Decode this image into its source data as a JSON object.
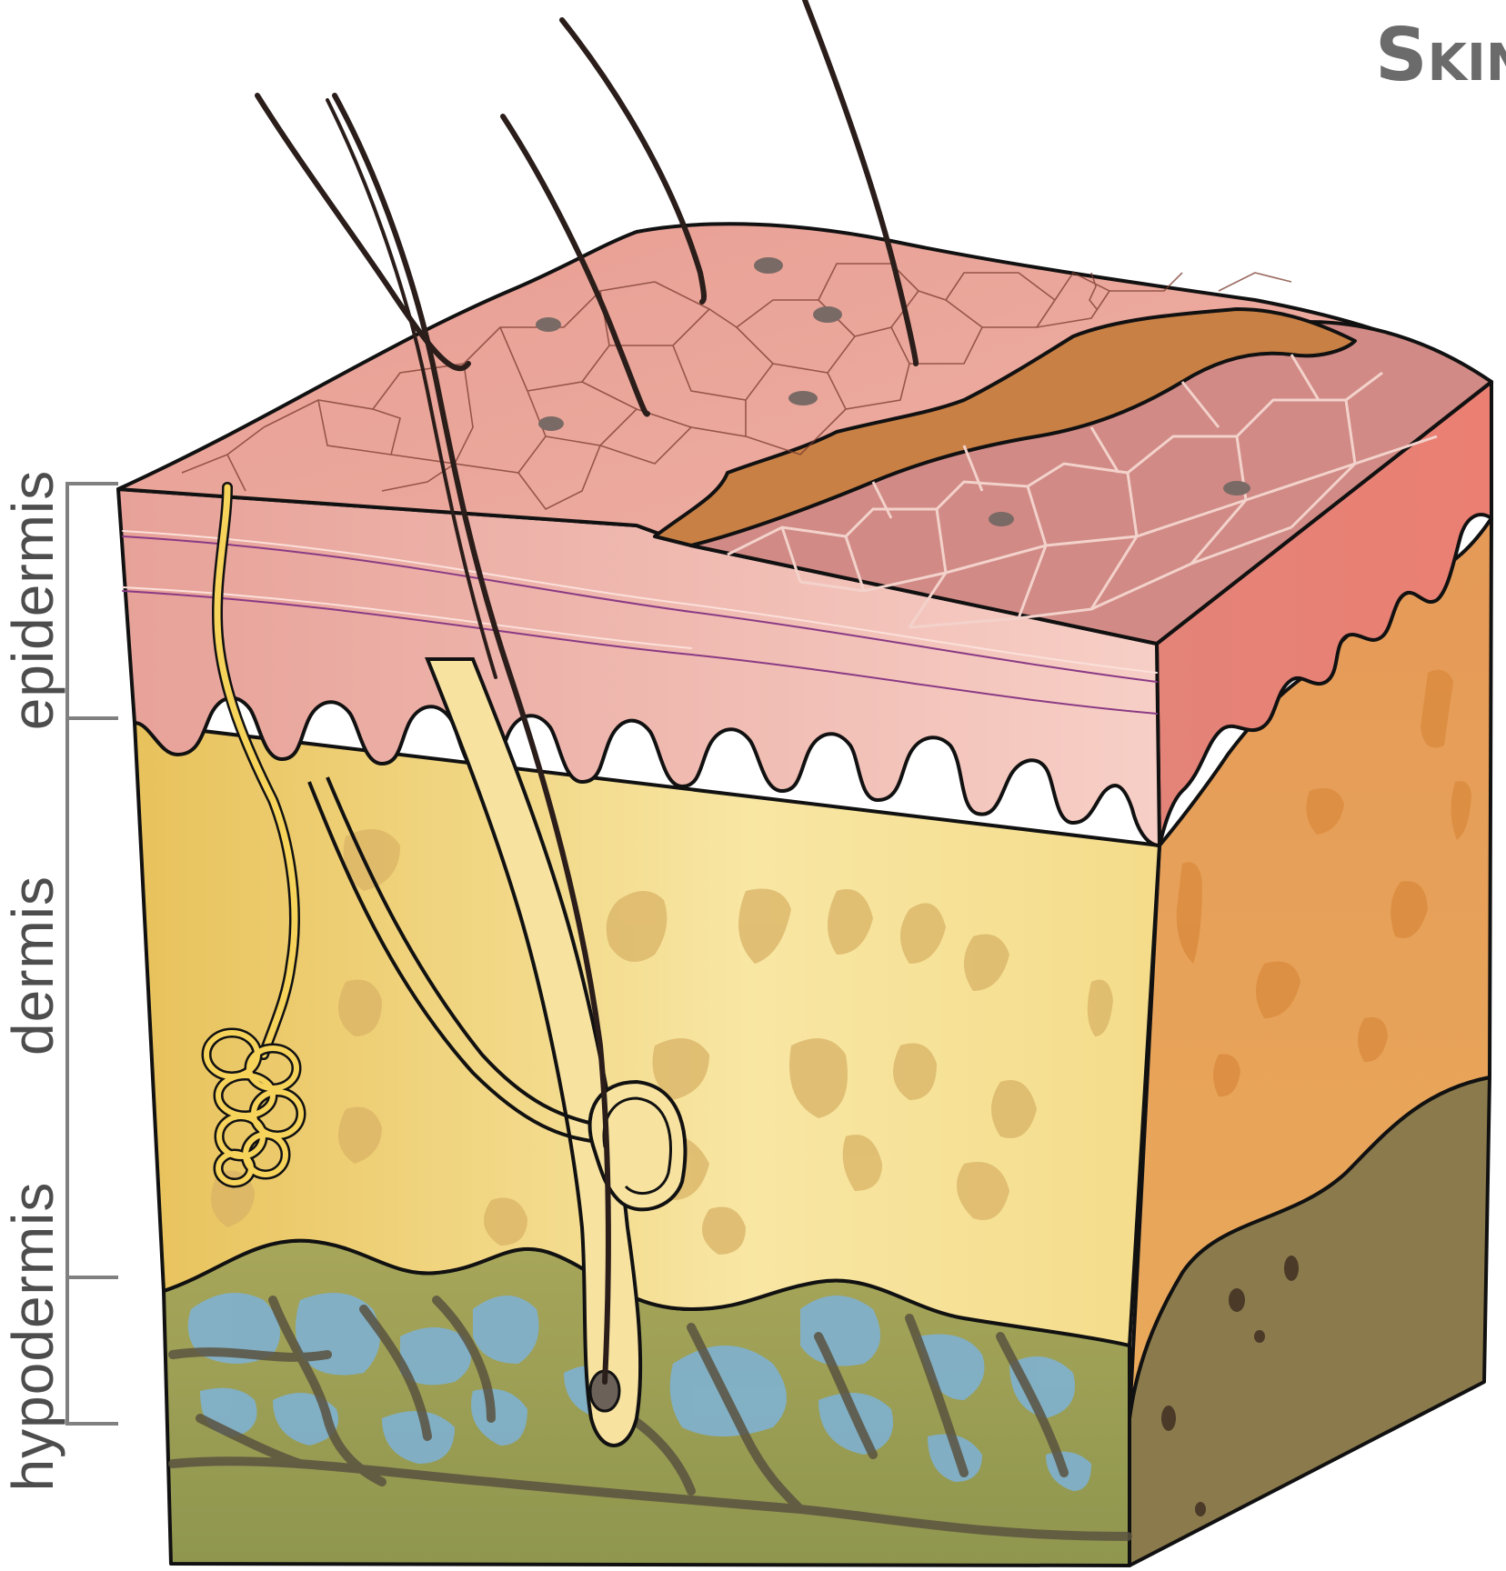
{
  "title": "Skin",
  "labels": {
    "epidermis": "epidermis",
    "dermis": "dermis",
    "hypodermis": "hypodermis"
  },
  "colors": {
    "epidermis": "#e9a49a",
    "dermis": "#f0d071",
    "hypodermis": "#a3a55d",
    "fat_cells": "#7fb1d0",
    "hair": "#2a1d1a",
    "sweat_gland": "#f6d35b",
    "bracket": "#808080"
  }
}
